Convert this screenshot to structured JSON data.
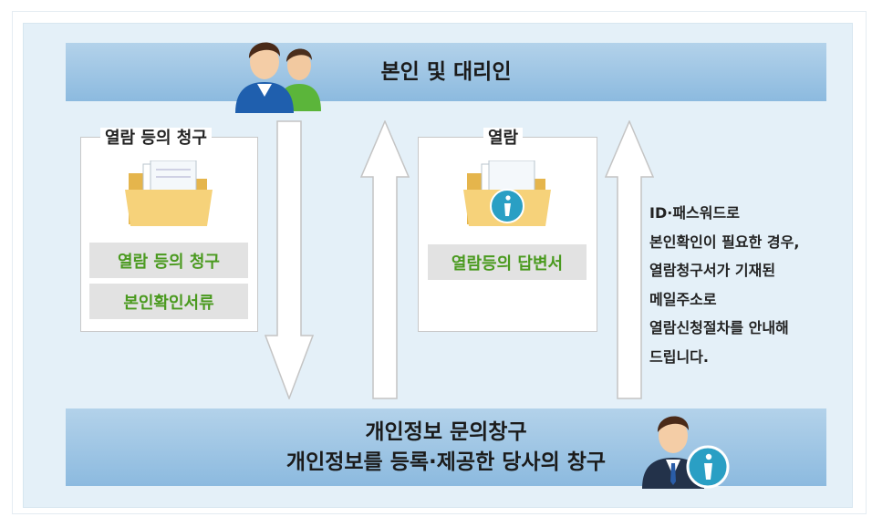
{
  "top_band": {
    "title": "본인 및 대리인"
  },
  "request_box": {
    "label": "열람 등의 청구",
    "items": [
      "열람 등의 청구",
      "본인확인서류"
    ]
  },
  "view_box": {
    "label": "열람",
    "items": [
      "열람등의 답변서"
    ]
  },
  "note_lines": [
    "ID·패스워드로",
    "본인확인이 필요한 경우,",
    "열람청구서가 기재된",
    "메일주소로",
    "열람신청절차를 안내해",
    "드립니다."
  ],
  "bottom_band": {
    "line1": "개인정보 문의창구",
    "line2": "개인정보를 등록·제공한 당사의 창구"
  },
  "colors": {
    "band": "#9cc5e5",
    "panel": "#e4f0f8",
    "tag_text": "#4a9a1f",
    "tag_bg": "#e2e2e2",
    "info_badge": "#2a9fc4"
  },
  "icons": {
    "top": "users-icon",
    "bottom": "consultant-info-icon",
    "folder1": "folder-documents-icon",
    "folder2": "folder-info-icon"
  }
}
